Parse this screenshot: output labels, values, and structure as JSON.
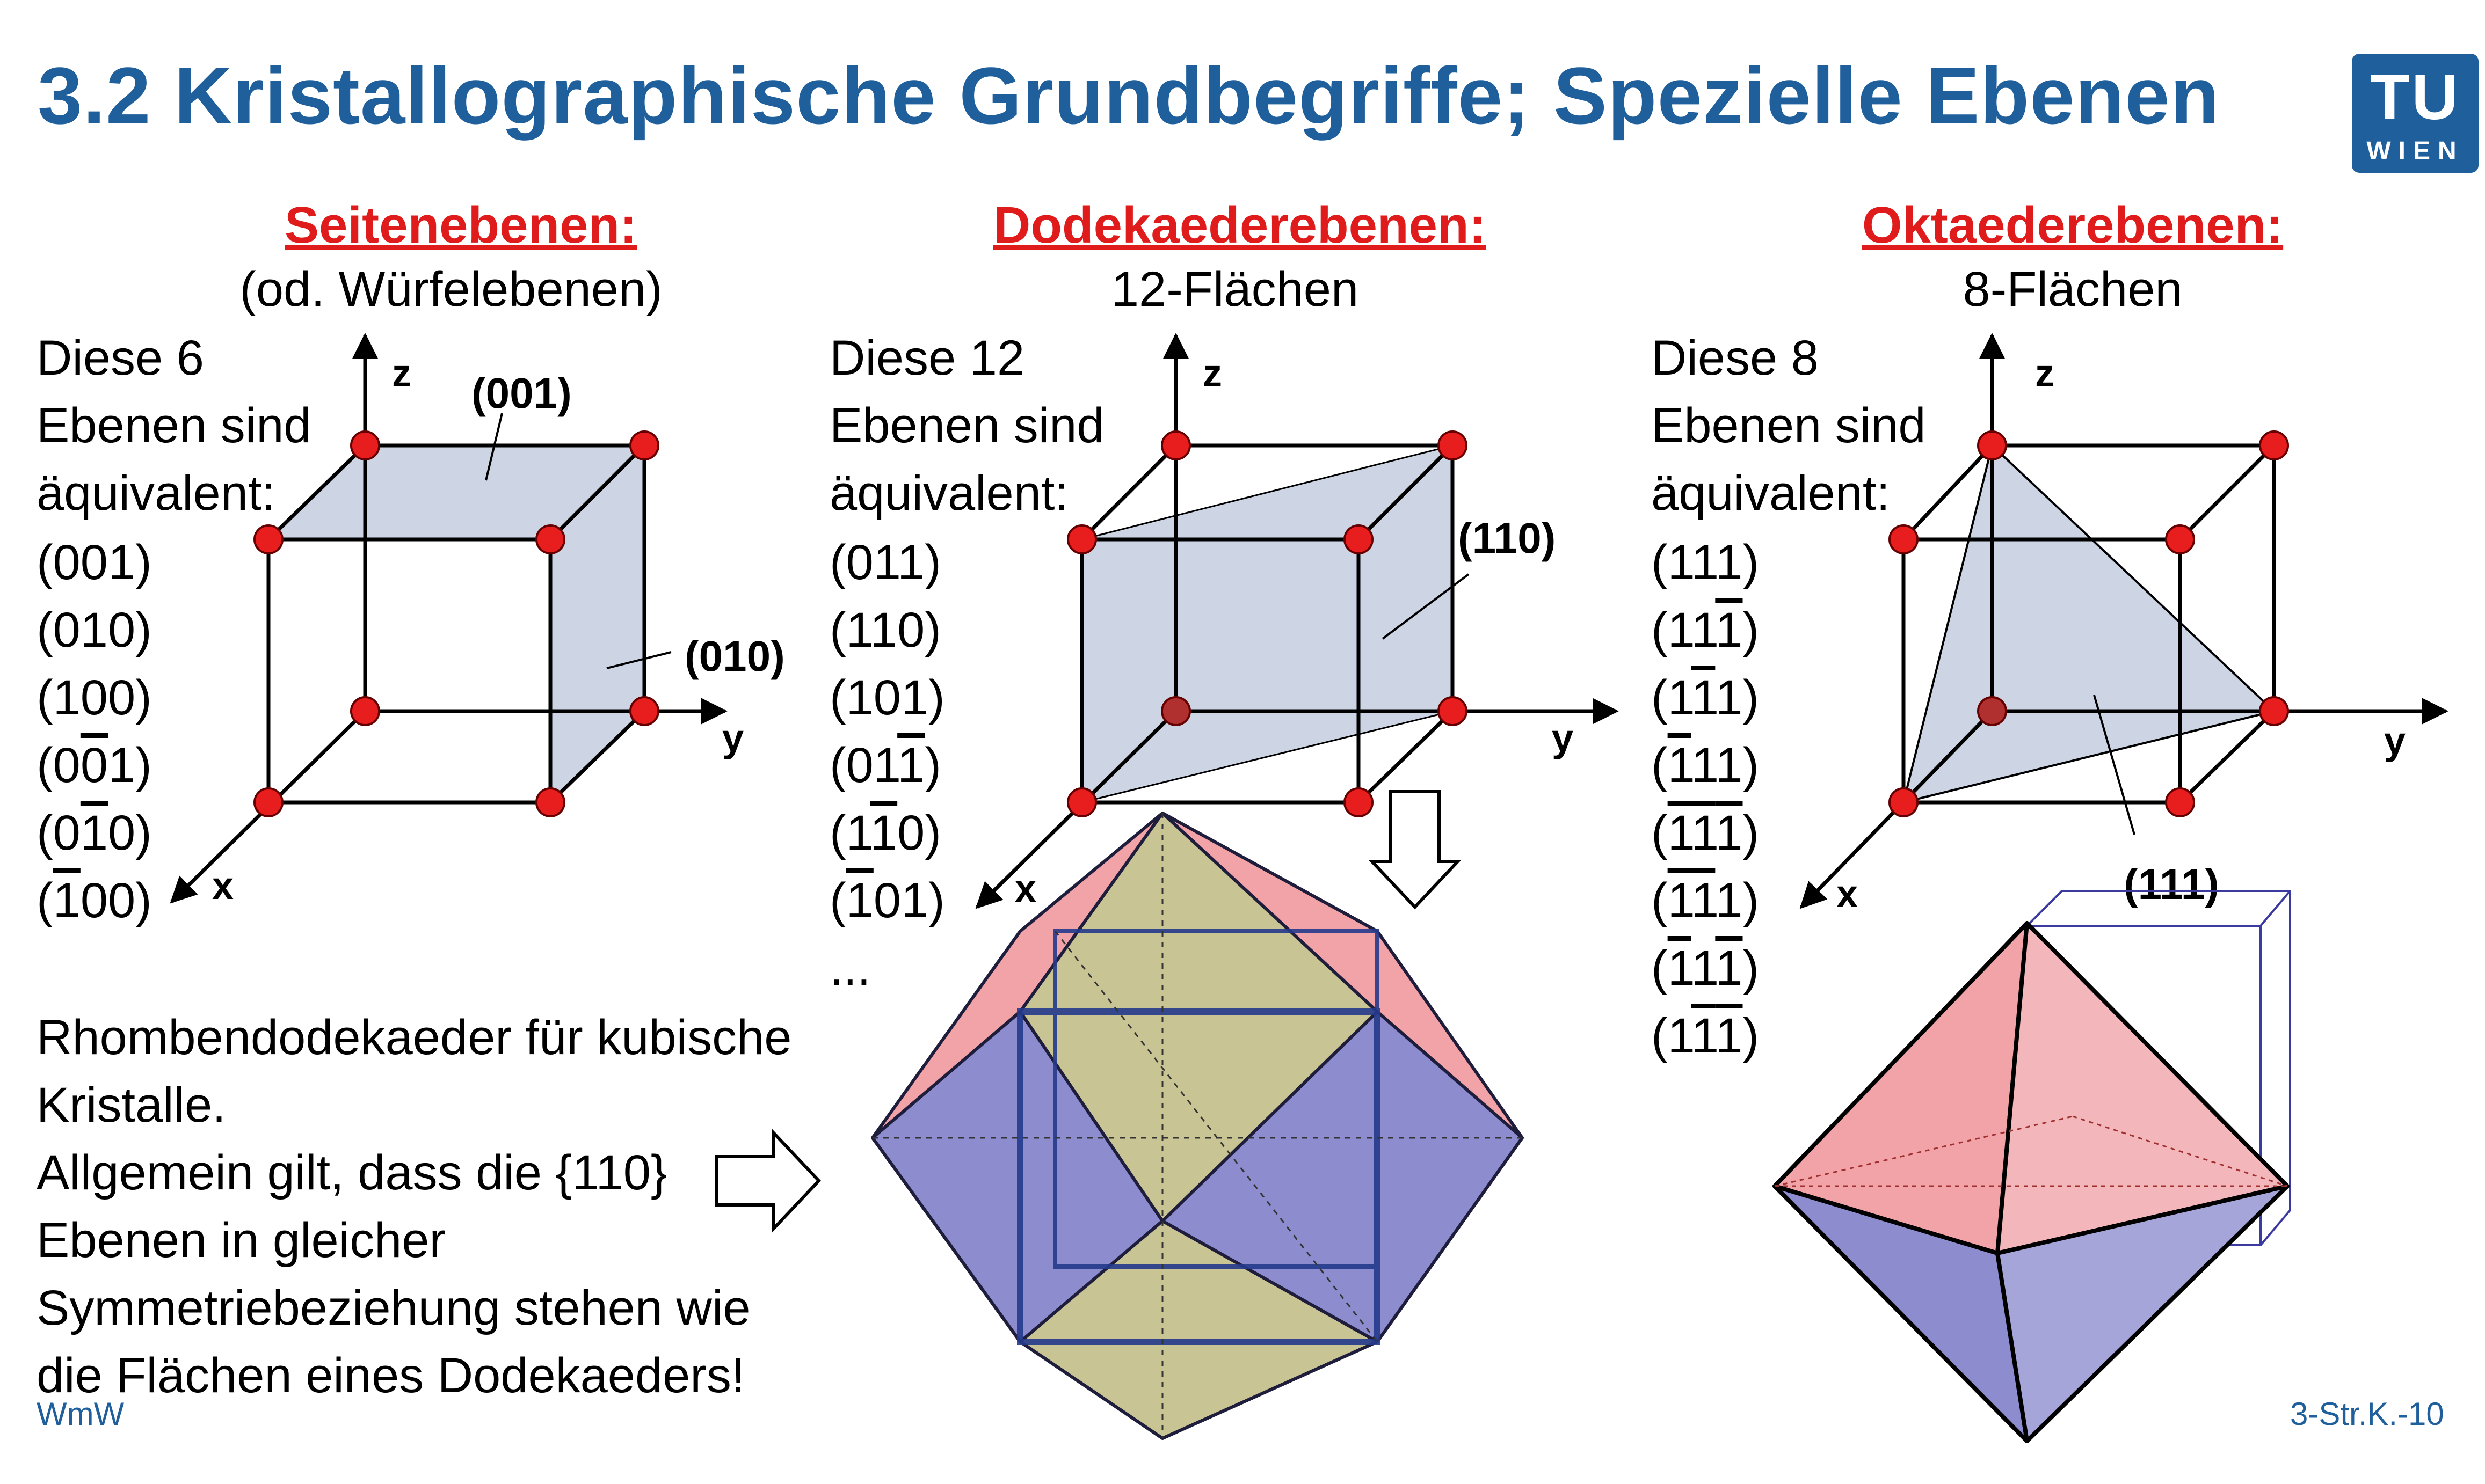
{
  "title": "3.2 Kristallographische Grundbegriffe; Spezielle Ebenen",
  "logo": {
    "top": "TU",
    "bottom": "WIEN"
  },
  "sections": [
    {
      "heading": "Seitenebenen:",
      "subheading": "(od. Würfelebenen)",
      "intro": [
        "Diese 6",
        "Ebenen sind",
        "äquivalent:"
      ],
      "planes": [
        "(001)",
        "(010)",
        "(100)",
        "(00̅ 1)",
        "(01̅ 0)",
        "(1̅ 00)"
      ]
    },
    {
      "heading": "Dodekaederebenen:",
      "subheading": "12-Flächen",
      "intro": [
        "Diese 12",
        "Ebenen sind",
        "äquivalent:"
      ],
      "planes": [
        "(011)",
        "(110)",
        "(101)",
        "(011̅)",
        "(11̅ 0)",
        "(1̅ 01)",
        "..."
      ]
    },
    {
      "heading": "Oktaederebenen:",
      "subheading": "8-Flächen",
      "intro": [
        "Diese 8",
        "Ebenen sind",
        "äquivalent:"
      ],
      "planes": [
        "(111)",
        "(111̅)",
        "(11̅ 1)",
        "(1̅ 11)",
        "(1̅ 1̅ 1̅)",
        "(1̅ 1̅ 1)",
        "(1̅ 11̅)",
        "(11̅ 1̅)"
      ]
    }
  ],
  "axes": {
    "x": "x",
    "y": "y",
    "z": "z"
  },
  "labels": {
    "p001": "(001)",
    "p010": "(010)",
    "p110": "(110)",
    "p111": "(111)"
  },
  "paragraph": [
    "Rhombendodekaeder für kubische",
    "Kristalle.",
    "Allgemein gilt, dass die {110}",
    "Ebenen in gleicher",
    "Symmetriebeziehung stehen wie",
    "die Flächen eines Dodekaeders!"
  ],
  "footer": {
    "left": "WmW",
    "right": "3-Str.K.-10"
  },
  "colors": {
    "title": "#1f5f9c",
    "heading": "#e01b1b",
    "plane_fill": "#cdd5e4",
    "vertex": "#e81e1e",
    "face_red": "#f1a3a8",
    "face_blue": "#8c8ccf",
    "face_olive": "#c9c493",
    "cube_blue": "#243a8c"
  }
}
